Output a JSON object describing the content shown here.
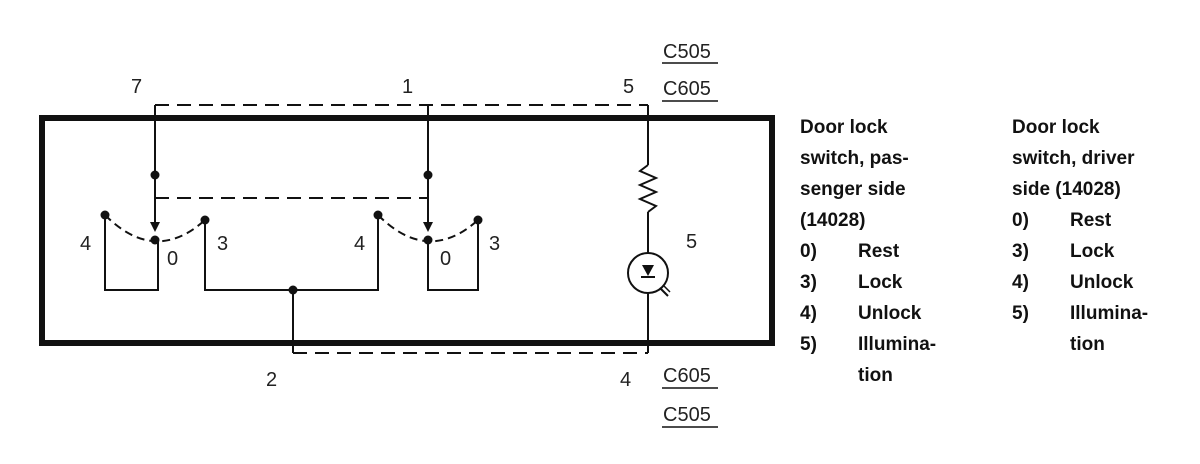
{
  "diagram": {
    "pins": {
      "p7": "7",
      "p1": "1",
      "p5_top": "5",
      "p2": "2",
      "p4_bottom": "4",
      "p5_lamp": "5"
    },
    "connectors": {
      "top_upper": "C505",
      "top_lower": "C605",
      "bottom_upper": "C605",
      "bottom_lower": "C505"
    },
    "switch_left": {
      "pos4": "4",
      "pos0": "0",
      "pos3": "3"
    },
    "switch_right": {
      "pos4": "4",
      "pos0": "0",
      "pos3": "3"
    }
  },
  "legend_passenger": {
    "title_lines": [
      "Door lock",
      "switch, pas-",
      "senger side",
      "(14028)"
    ],
    "items": [
      {
        "num": "0)",
        "label": "Rest"
      },
      {
        "num": "3)",
        "label": "Lock"
      },
      {
        "num": "4)",
        "label": "Unlock"
      },
      {
        "num": "5)",
        "label": "Illumina-"
      }
    ],
    "continuation": "tion"
  },
  "legend_driver": {
    "title_lines": [
      "Door lock",
      "switch, driver",
      "side (14028)"
    ],
    "items": [
      {
        "num": "0)",
        "label": "Rest"
      },
      {
        "num": "3)",
        "label": "Lock"
      },
      {
        "num": "4)",
        "label": "Unlock"
      },
      {
        "num": "5)",
        "label": "Illumina-"
      }
    ],
    "continuation": "tion"
  },
  "colors": {
    "line": "#111111",
    "background": "#ffffff"
  }
}
